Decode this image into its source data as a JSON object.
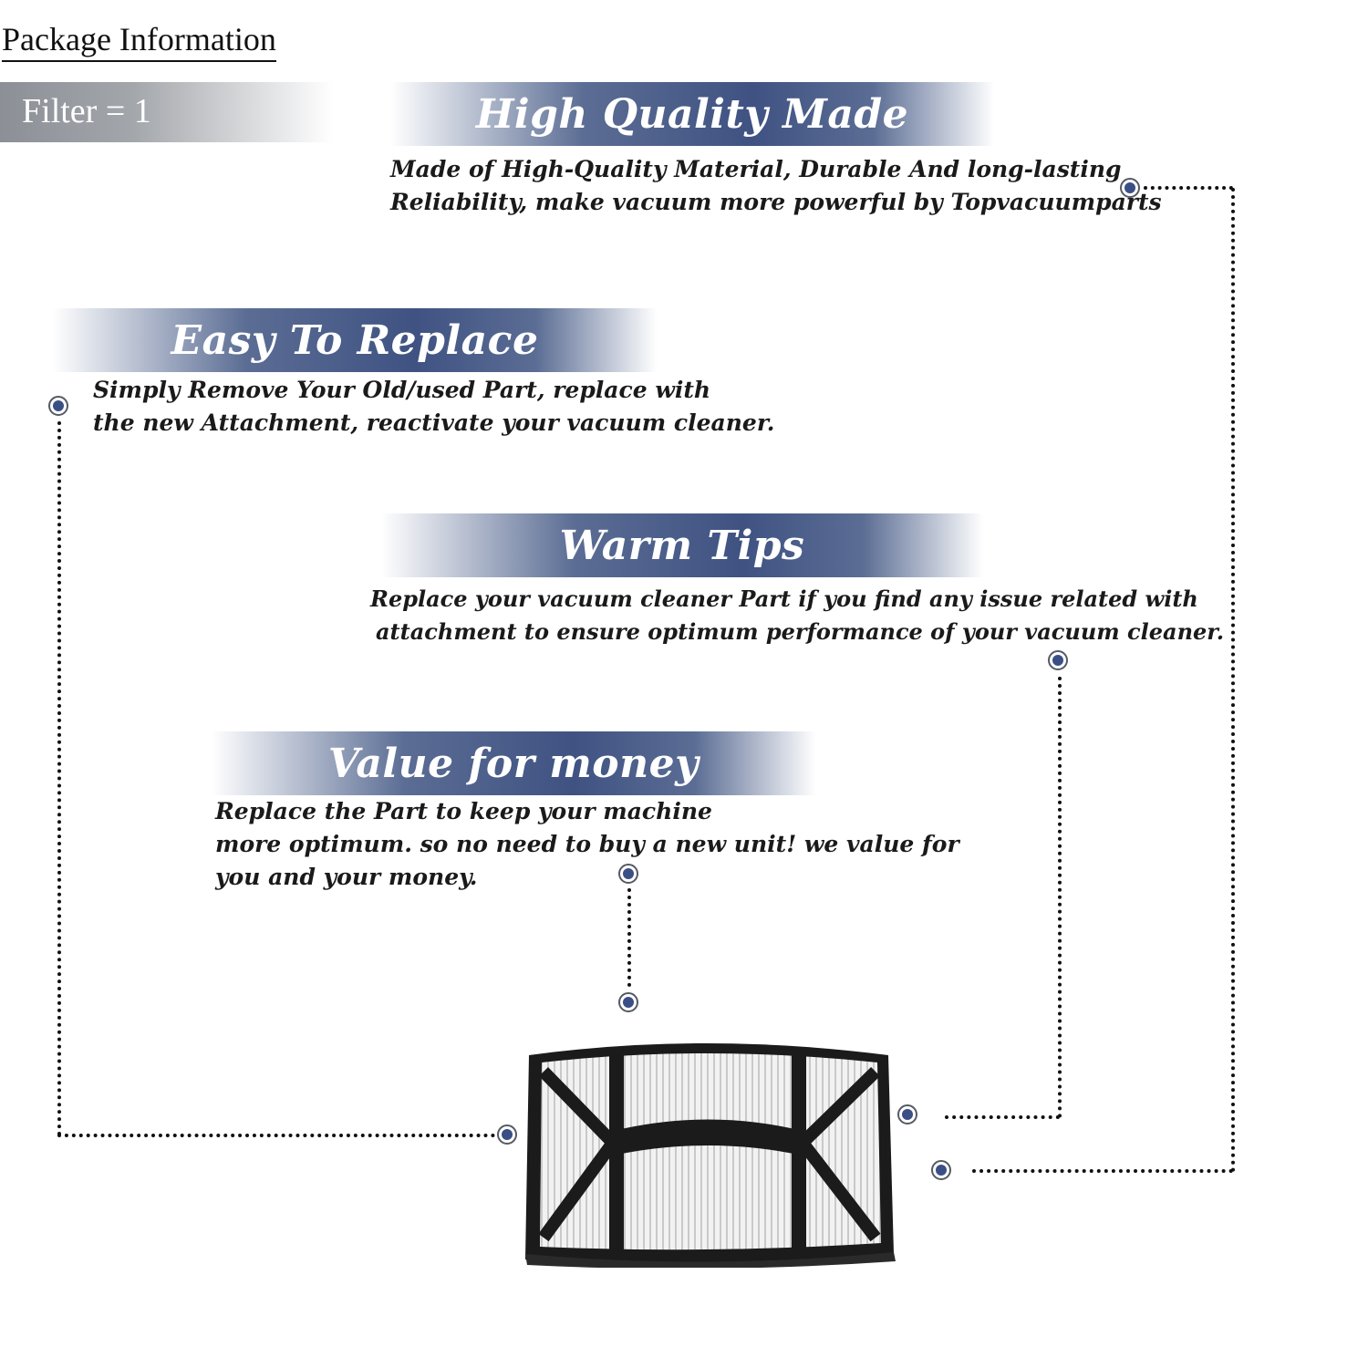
{
  "package": {
    "title": "Package Information",
    "content": "Filter = 1"
  },
  "sections": [
    {
      "heading": "High Quality Made",
      "lines": [
        "Made of  High-Quality Material, Durable And long-lasting",
        "Reliability, make vacuum more powerful by Topvacuumparts"
      ]
    },
    {
      "heading": "Easy To Replace",
      "lines": [
        "Simply Remove Your Old/used Part, replace with",
        "the new Attachment, reactivate your vacuum cleaner."
      ]
    },
    {
      "heading": "Warm Tips",
      "lines": [
        "Replace your vacuum cleaner Part if you find any issue related with",
        "attachment to ensure optimum performance of your vacuum cleaner."
      ]
    },
    {
      "heading": "Value for money",
      "lines": [
        "Replace the Part to keep your machine",
        "more optimum. so no need to buy a new unit! we value for",
        "you and your money."
      ]
    }
  ],
  "colors": {
    "heading_bar": "#3f5282",
    "dot_fill": "#3a4f85",
    "package_bar": "#8c8f96"
  },
  "icons": {
    "connector": "connector-dot-icon",
    "product": "hepa-filter-icon"
  }
}
